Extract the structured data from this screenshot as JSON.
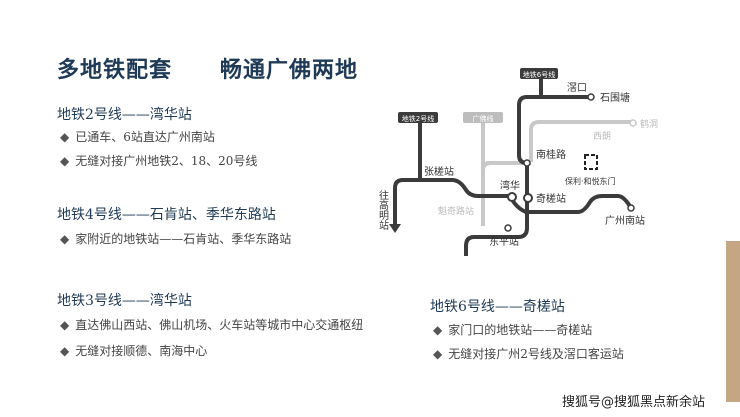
{
  "title_left": "多地铁配套",
  "title_right": "畅通广佛两地",
  "sections": [
    {
      "heading": "地铁2号线——湾华站",
      "items": [
        "已通车、6站直达广州南站",
        "无缝对接广州地铁2、18、20号线"
      ]
    },
    {
      "heading": "地铁4号线——石肯站、季华东路站",
      "items": [
        "家附近的地铁站——石肯站、季华东路站"
      ]
    },
    {
      "heading": "地铁3号线——湾华站",
      "items": [
        "直达佛山西站、佛山机场、火车站等城市中心交通枢纽",
        "无缝对接顺德、南海中心"
      ]
    },
    {
      "heading": "地铁6号线——奇槎站",
      "items": [
        "家门口的地铁站——奇槎站",
        "无缝对接广州2号线及滘口客运站"
      ]
    }
  ],
  "map": {
    "line_labels": {
      "line6": "地铁6号线",
      "line2": "地铁2号线",
      "guangfo": "广佛线"
    },
    "stations": {
      "jiaokou": "滘口",
      "shiweitang": "石围塘",
      "xilang": "西朗",
      "hedong": "鹤洞",
      "nanguilu": "南桂路",
      "zhangchazhan": "张槎站",
      "wanhua": "湾华",
      "qichazhan": "奇槎站",
      "kuinanlu": "魁奇路站",
      "dongpingzhan": "东平站",
      "guangzhounan": "广州南站",
      "gaoming": "往高明站"
    },
    "project_logo": "保利·和悦东门"
  },
  "watermark": "搜狐号@搜狐黑点新余站",
  "colors": {
    "title": "#1f3a56",
    "dark_line": "#3b3b3b",
    "light_line": "#c8c8c8",
    "accent": "#c4a584"
  }
}
